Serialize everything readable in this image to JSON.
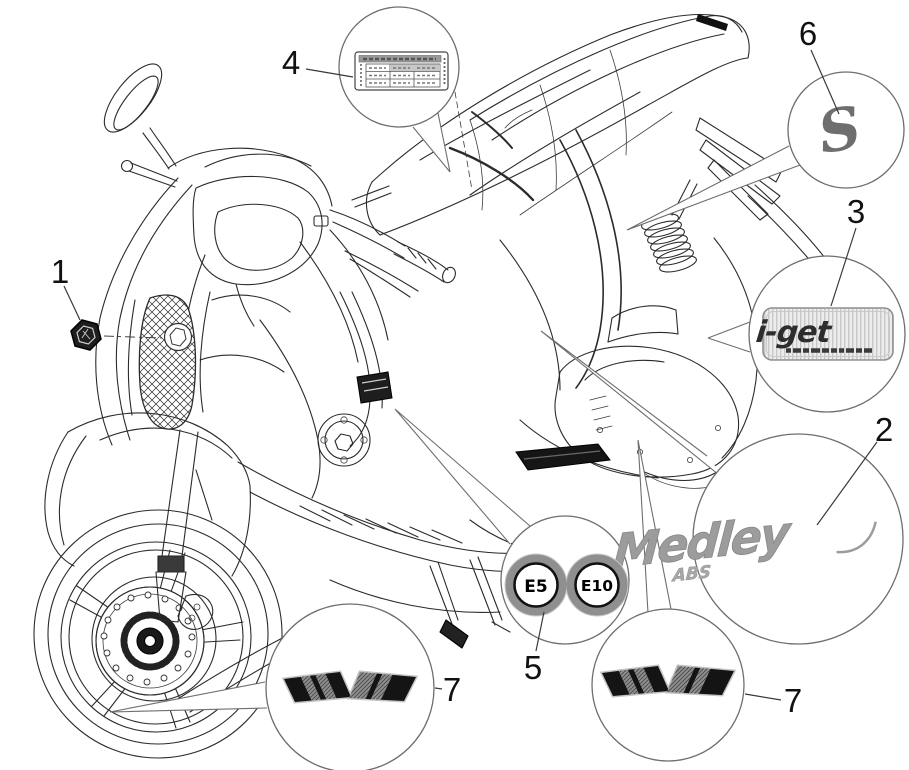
{
  "diagram": {
    "background_color": "#ffffff",
    "line_color": "#2b2b2b",
    "callout_circle_color": "#6e6e6e"
  },
  "callouts": [
    {
      "number": "1"
    },
    {
      "number": "2"
    },
    {
      "number": "3"
    },
    {
      "number": "4"
    },
    {
      "number": "5"
    },
    {
      "number": "6"
    },
    {
      "number": "7",
      "side": "left"
    },
    {
      "number": "7",
      "side": "right"
    }
  ],
  "decals": {
    "s_badge": {
      "label": "S",
      "color": "#6e6e6e"
    },
    "iget_badge": {
      "label": "i-get",
      "text_color": "#2d2d2d"
    },
    "medley_badge": {
      "label": "Medley",
      "sub_label": "ABS",
      "color": "#9c9c9c"
    },
    "fuel_badge": {
      "left": "E5",
      "right": "E10",
      "ring_color": "#8f8f8f"
    }
  }
}
